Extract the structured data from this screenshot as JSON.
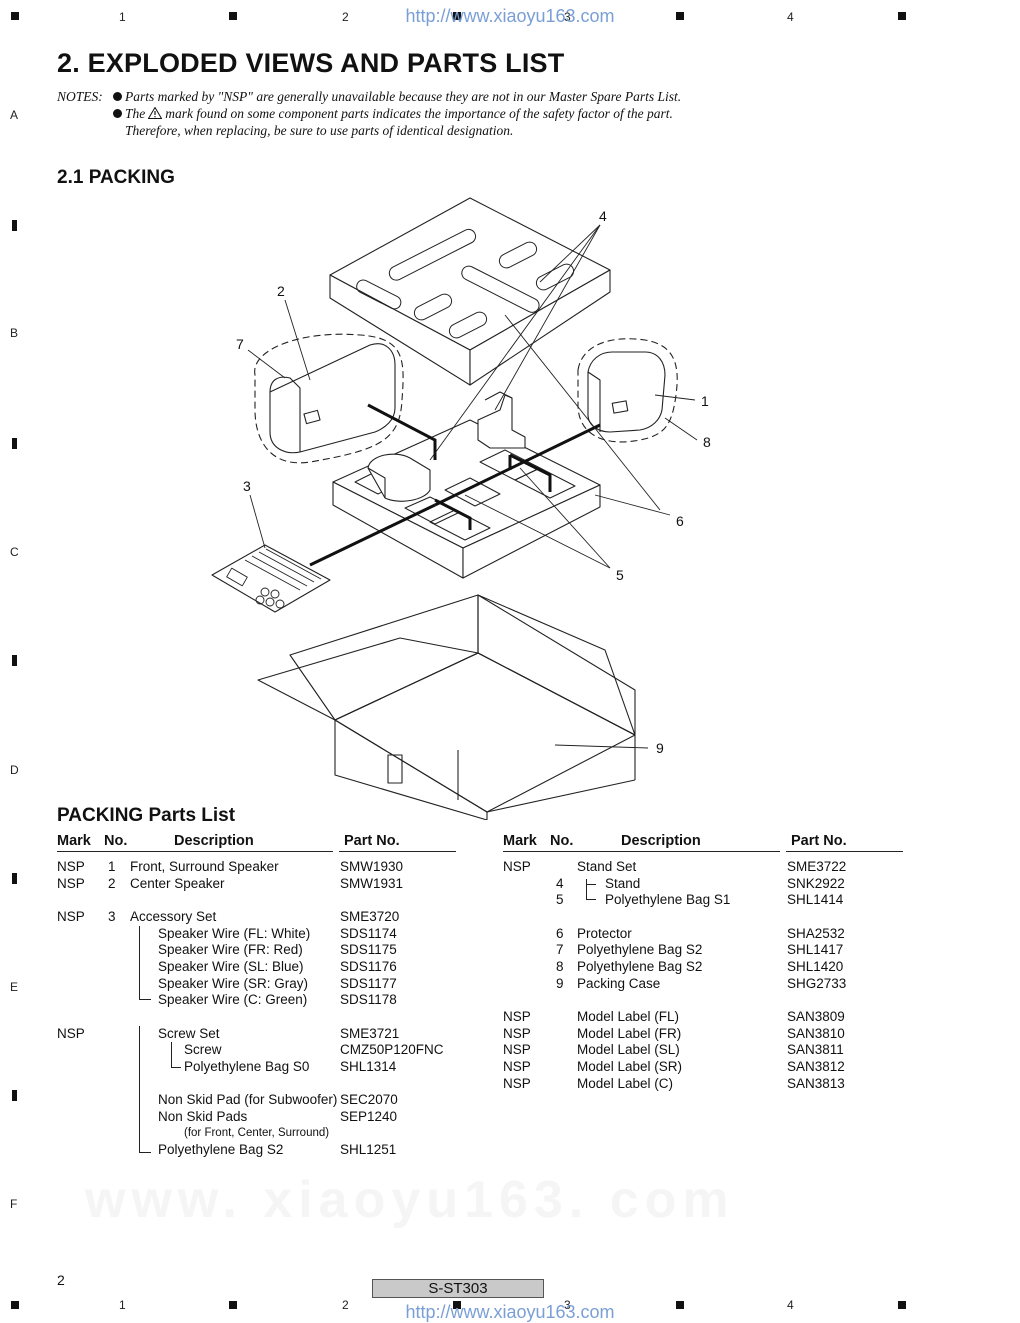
{
  "header": {
    "grid_numbers": [
      "1",
      "2",
      "3",
      "4"
    ],
    "url": "http://www.xiaoyu163.com"
  },
  "row_letters": [
    "A",
    "B",
    "C",
    "D",
    "E",
    "F"
  ],
  "title": "2. EXPLODED VIEWS AND PARTS LIST",
  "notes": {
    "label": "NOTES:",
    "line1": "Parts marked by \"NSP\" are generally unavailable because they are not in our Master Spare Parts List.",
    "line2_a": "The",
    "line2_b": "mark found on some component parts indicates the importance of the safety factor of the part.",
    "line3": "Therefore, when replacing, be sure to use parts of identical designation."
  },
  "section": "2.1 PACKING",
  "callouts": [
    "1",
    "2",
    "3",
    "4",
    "5",
    "6",
    "7",
    "8",
    "9"
  ],
  "parts_list_title": "PACKING Parts List",
  "table_headers": {
    "mark": "Mark",
    "no": "No.",
    "desc": "Description",
    "part": "Part No."
  },
  "left_rows": [
    {
      "mark": "NSP",
      "no": "1",
      "desc": "Front, Surround Speaker",
      "part": "SMW1930"
    },
    {
      "mark": "NSP",
      "no": "2",
      "desc": "Center Speaker",
      "part": "SMW1931"
    },
    {
      "mark": "NSP",
      "no": "3",
      "desc": "Accessory Set",
      "part": "SME3720"
    },
    {
      "mark": "",
      "no": "",
      "desc": "Speaker Wire (FL: White)",
      "part": "SDS1174"
    },
    {
      "mark": "",
      "no": "",
      "desc": "Speaker Wire (FR: Red)",
      "part": "SDS1175"
    },
    {
      "mark": "",
      "no": "",
      "desc": "Speaker Wire (SL: Blue)",
      "part": "SDS1176"
    },
    {
      "mark": "",
      "no": "",
      "desc": "Speaker Wire (SR: Gray)",
      "part": "SDS1177"
    },
    {
      "mark": "",
      "no": "",
      "desc": "Speaker Wire (C: Green)",
      "part": "SDS1178"
    },
    {
      "mark": "NSP",
      "no": "",
      "desc": "Screw Set",
      "part": "SME3721"
    },
    {
      "mark": "",
      "no": "",
      "desc": "Screw",
      "part": "CMZ50P120FNC"
    },
    {
      "mark": "",
      "no": "",
      "desc": "Polyethylene Bag S0",
      "part": "SHL1314"
    },
    {
      "mark": "",
      "no": "",
      "desc": "Non Skid Pad (for Subwoofer)",
      "part": "SEC2070"
    },
    {
      "mark": "",
      "no": "",
      "desc": "Non Skid Pads",
      "part": "SEP1240"
    },
    {
      "mark": "",
      "no": "",
      "desc": "(for Front, Center, Surround)",
      "part": ""
    },
    {
      "mark": "",
      "no": "",
      "desc": "Polyethylene Bag S2",
      "part": "SHL1251"
    }
  ],
  "right_rows": [
    {
      "mark": "NSP",
      "no": "",
      "desc": "Stand Set",
      "part": "SME3722"
    },
    {
      "mark": "",
      "no": "4",
      "desc": "Stand",
      "part": "SNK2922"
    },
    {
      "mark": "",
      "no": "5",
      "desc": "Polyethylene Bag S1",
      "part": "SHL1414"
    },
    {
      "mark": "",
      "no": "6",
      "desc": "Protector",
      "part": "SHA2532"
    },
    {
      "mark": "",
      "no": "7",
      "desc": "Polyethylene Bag S2",
      "part": "SHL1417"
    },
    {
      "mark": "",
      "no": "8",
      "desc": "Polyethylene Bag S2",
      "part": "SHL1420"
    },
    {
      "mark": "",
      "no": "9",
      "desc": "Packing Case",
      "part": "SHG2733"
    },
    {
      "mark": "NSP",
      "no": "",
      "desc": "Model Label (FL)",
      "part": "SAN3809"
    },
    {
      "mark": "NSP",
      "no": "",
      "desc": "Model Label (FR)",
      "part": "SAN3810"
    },
    {
      "mark": "NSP",
      "no": "",
      "desc": "Model Label (SL)",
      "part": "SAN3811"
    },
    {
      "mark": "NSP",
      "no": "",
      "desc": "Model Label (SR)",
      "part": "SAN3812"
    },
    {
      "mark": "NSP",
      "no": "",
      "desc": "Model Label (C)",
      "part": "SAN3813"
    }
  ],
  "footer": {
    "page": "2",
    "model": "S-ST303"
  }
}
